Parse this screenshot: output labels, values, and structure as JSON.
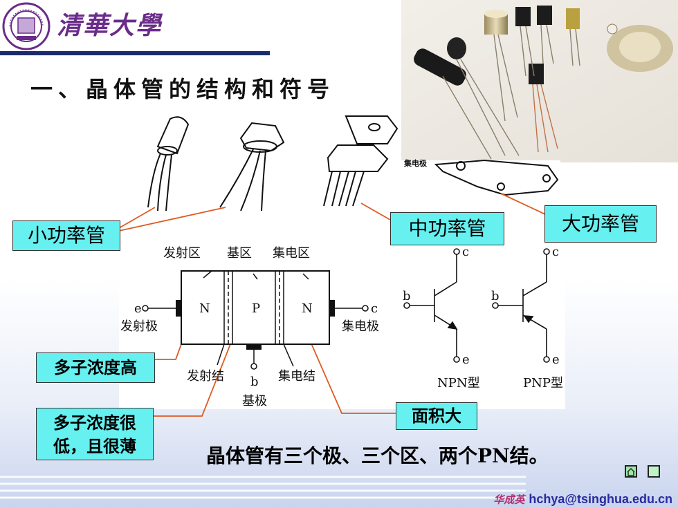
{
  "header": {
    "logo_text": "清華大學",
    "seal_text": "TSINGHUA UNIVERSITY 1911"
  },
  "title": "一、晶体管的结构和符号",
  "labels": {
    "small_power": "小功率管",
    "medium_power": "中功率管",
    "large_power": "大功率管",
    "high_doping": "多子浓度高",
    "low_doping": "多子浓度很低，且很薄",
    "low_doping_line1": "多子浓度很",
    "low_doping_line2": "低，且很薄",
    "large_area": "面积大"
  },
  "photo_label": "集电极",
  "structure": {
    "regions": [
      "发射区",
      "基区",
      "集电区"
    ],
    "layers": [
      "N",
      "P",
      "N"
    ],
    "terminals": {
      "emitter_letter": "e",
      "collector_letter": "c",
      "base_letter": "b"
    },
    "terminal_names": {
      "emitter": "发射极",
      "collector": "集电极",
      "base": "基极"
    },
    "junctions": {
      "emitter": "发射结",
      "collector": "集电结"
    }
  },
  "symbols": {
    "npn": {
      "name": "NPN型",
      "b": "b",
      "c": "c",
      "e": "e"
    },
    "pnp": {
      "name": "PNP型",
      "b": "b",
      "c": "c",
      "e": "e"
    }
  },
  "summary": "晶体管有三个极、三个区、两个PN结。",
  "footer": {
    "author": "华成英",
    "email": "hchya@tsinghua.edu.cn"
  },
  "colors": {
    "accent": "#66f0f0",
    "rule": "#1a2b6d",
    "leader": "#e05a20",
    "logo": "#6a2c8a"
  }
}
